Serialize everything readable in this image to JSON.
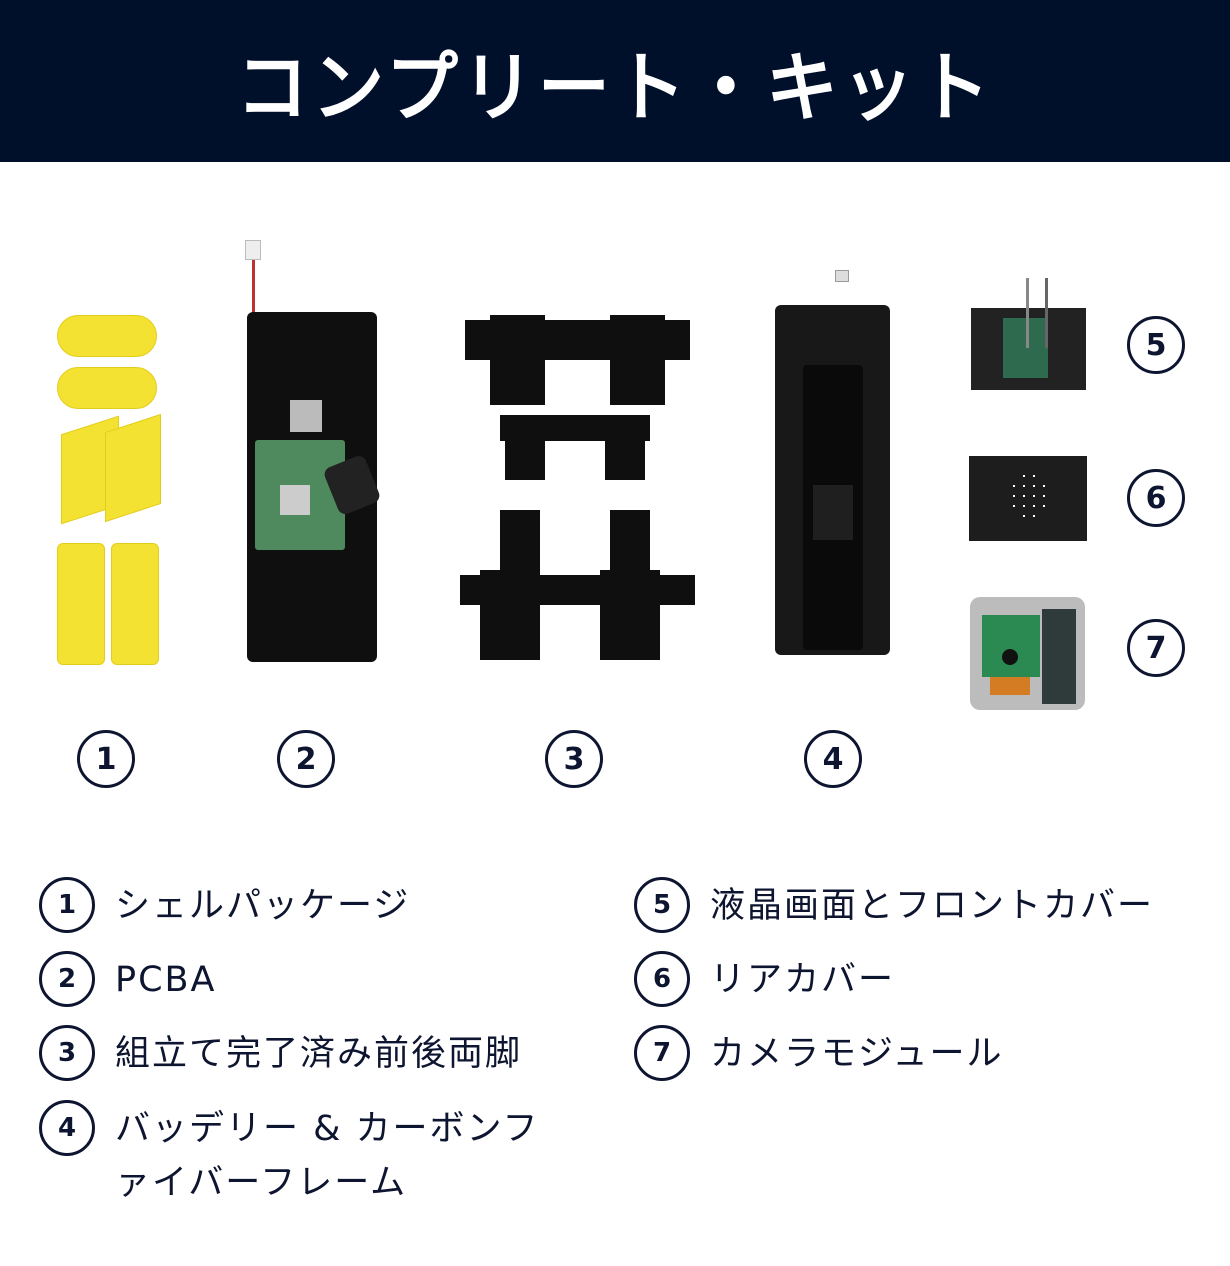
{
  "header": {
    "title": "コンプリート・キット",
    "bg_color": "#00102b"
  },
  "figure": {
    "markers": [
      "1",
      "2",
      "3",
      "4",
      "5",
      "6",
      "7"
    ],
    "images": [
      {
        "id": "1",
        "depicts": "yellow shell package parts"
      },
      {
        "id": "2",
        "depicts": "PCBA board with compute module"
      },
      {
        "id": "3",
        "depicts": "assembled front and rear legs with servos"
      },
      {
        "id": "4",
        "depicts": "battery and carbon fiber frame"
      },
      {
        "id": "5",
        "depicts": "LCD screen and front cover"
      },
      {
        "id": "6",
        "depicts": "rear cover with speaker holes"
      },
      {
        "id": "7",
        "depicts": "camera module"
      }
    ]
  },
  "legend": {
    "items": [
      {
        "num": "1",
        "label": "シェルパッケージ"
      },
      {
        "num": "2",
        "label": "PCBA"
      },
      {
        "num": "3",
        "label": "組立て完了済み前後両脚"
      },
      {
        "num": "4",
        "label": "バッデリー & カーボンフ",
        "label2": "ァイバーフレーム"
      },
      {
        "num": "5",
        "label": "液晶画面とフロントカバー"
      },
      {
        "num": "6",
        "label": "リアカバー"
      },
      {
        "num": "7",
        "label": "カメラモジュール"
      }
    ]
  }
}
